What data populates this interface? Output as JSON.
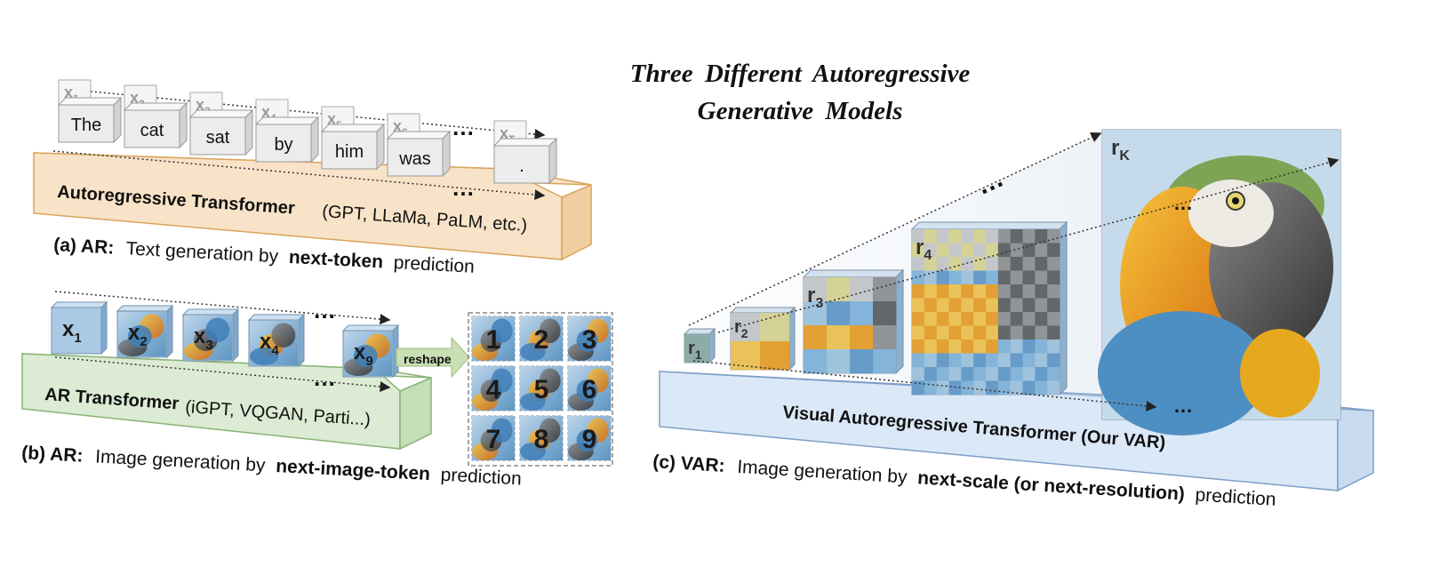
{
  "title": {
    "line1": "Three  Different  Autoregressive",
    "line2": "Generative  Models"
  },
  "panel_a": {
    "tokens": [
      {
        "text": "The",
        "sub": "1"
      },
      {
        "text": "cat",
        "sub": "2"
      },
      {
        "text": "sat",
        "sub": "3"
      },
      {
        "text": "by",
        "sub": "4"
      },
      {
        "text": "him",
        "sub": "5"
      },
      {
        "text": "was",
        "sub": "6"
      },
      {
        "text": ".",
        "sub": "T"
      }
    ],
    "token_letter": "x",
    "ellipsis": "…",
    "block_name": "Autoregressive Transformer",
    "block_examples": "(GPT, LLaMa, PaLM, etc.)",
    "caption_tag": "(a) AR:",
    "caption_pre": "Text generation by",
    "caption_bold": "next-token",
    "caption_post": "prediction",
    "block_color": "#f8e3c8"
  },
  "panel_b": {
    "tokens": [
      {
        "sub": "1"
      },
      {
        "sub": "2"
      },
      {
        "sub": "3"
      },
      {
        "sub": "4"
      },
      {
        "sub": "9"
      }
    ],
    "token_letter": "x",
    "ellipsis": "…",
    "reshape_label": "reshape",
    "grid_numbers": [
      "1",
      "2",
      "3",
      "4",
      "5",
      "6",
      "7",
      "8",
      "9"
    ],
    "block_name": "AR Transformer",
    "block_examples": "(iGPT, VQGAN, Parti...)",
    "caption_tag": "(b) AR:",
    "caption_pre": "Image generation by",
    "caption_bold": "next-image-token",
    "caption_post": "prediction",
    "block_color": "#dcebd3"
  },
  "panel_c": {
    "scales": [
      {
        "letter": "r",
        "sub": "1"
      },
      {
        "letter": "r",
        "sub": "2"
      },
      {
        "letter": "r",
        "sub": "3"
      },
      {
        "letter": "r",
        "sub": "4"
      },
      {
        "letter": "r",
        "sub": "K"
      }
    ],
    "ellipsis": "…",
    "block_name": "Visual Autoregressive Transformer  (Our VAR)",
    "caption_tag": "(c) VAR:",
    "caption_pre": "Image generation by",
    "caption_bold": "next-scale (or next-resolution)",
    "caption_post": "prediction",
    "block_color": "#dbe8f7"
  }
}
